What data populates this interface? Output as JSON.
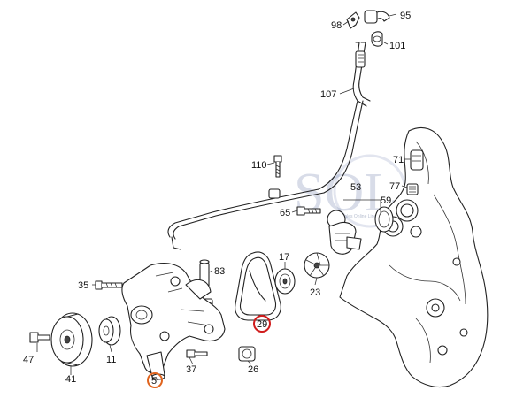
{
  "diagram": {
    "watermark": {
      "main": "SOL",
      "sub": "Sales Online Line"
    },
    "labels": {
      "p98": "98",
      "p95": "95",
      "p101": "101",
      "p107": "107",
      "p110": "110",
      "p71": "71",
      "p53": "53",
      "p77": "77",
      "p59": "59",
      "p65": "65",
      "p35": "35",
      "p83": "83",
      "p17": "17",
      "p23": "23",
      "p29": "29",
      "p47": "47",
      "p11": "11",
      "p37": "37",
      "p26": "26",
      "p41": "41",
      "p5": "5"
    },
    "highlight_colors": {
      "p29": "#d01c1c",
      "p5": "#e0641e"
    }
  }
}
